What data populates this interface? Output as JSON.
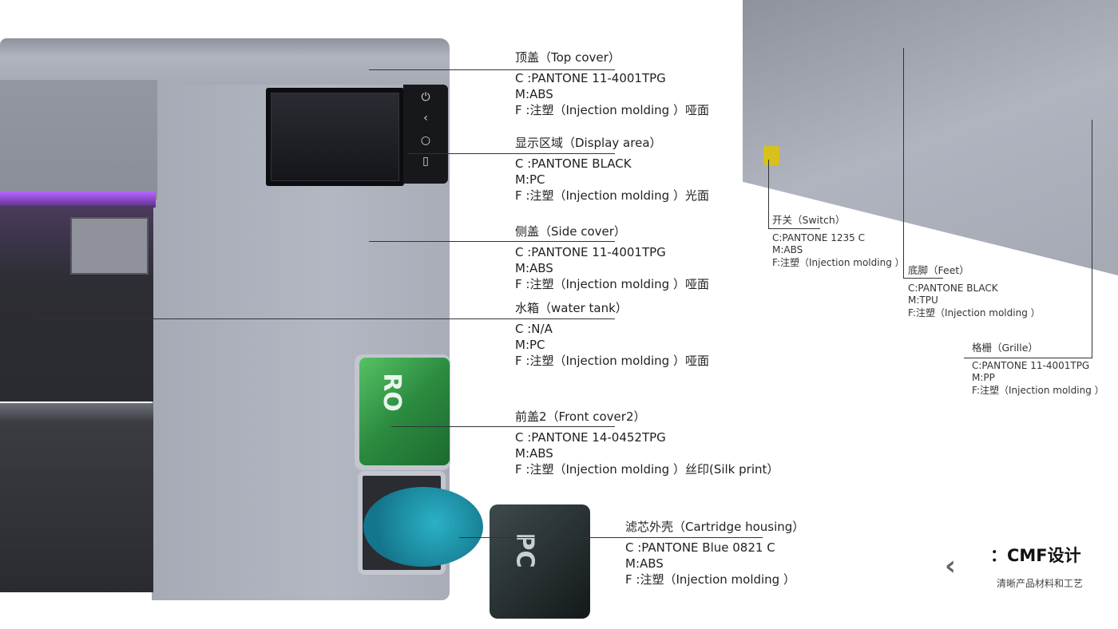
{
  "colors": {
    "body": "#a9adb8",
    "tank": "#2c2d33",
    "accent_purple": "#8a3fd1",
    "green": "#2e9a45",
    "teal": "#1e8ea6"
  },
  "callouts": [
    {
      "title": "顶盖（Top cover）",
      "c": "C :PANTONE 11-4001TPG",
      "m": "M:ABS",
      "f": "F  :注塑（Injection molding ）哑面"
    },
    {
      "title": "显示区域（Display area）",
      "c": "C :PANTONE BLACK",
      "m": "M:PC",
      "f": "F  :注塑（Injection molding ）光面"
    },
    {
      "title": "侧盖（Side cover）",
      "c": "C :PANTONE 11-4001TPG",
      "m": "M:ABS",
      "f": "F  :注塑（Injection molding ）哑面"
    },
    {
      "title": "水箱（water tank）",
      "c": "C :N/A",
      "m": "M:PC",
      "f": "F  :注塑（Injection molding ）哑面"
    },
    {
      "title": "前盖2（Front cover2）",
      "c": "C :PANTONE 14-0452TPG",
      "m": "M:ABS",
      "f": "F  :注塑（Injection molding ）丝印(Silk print）"
    },
    {
      "title": "滤芯外壳（Cartridge housing）",
      "c": "C :PANTONE Blue 0821 C",
      "m": "M:ABS",
      "f": "F  :注塑（Injection molding ）"
    }
  ],
  "detail_callouts": [
    {
      "title": "开关（Switch）",
      "c": "C:PANTONE 1235 C",
      "m": "M:ABS",
      "f": "F:注塑（Injection molding ）"
    },
    {
      "title": "底脚（Feet）",
      "c": "C:PANTONE BLACK",
      "m": "M:TPU",
      "f": "F:注塑（Injection molding ）"
    },
    {
      "title": "格栅（Grille）",
      "c": "C:PANTONE 11-4001TPG",
      "m": "M:PP",
      "f": "F:注塑（Injection molding ）"
    }
  ],
  "product_marks": {
    "front_cover": "RO",
    "cartridge": "PC"
  },
  "section": {
    "title": "：CMF设计",
    "subtitle": "清晰产品材料和工艺",
    "back_icon": "chevron-left-icon"
  }
}
